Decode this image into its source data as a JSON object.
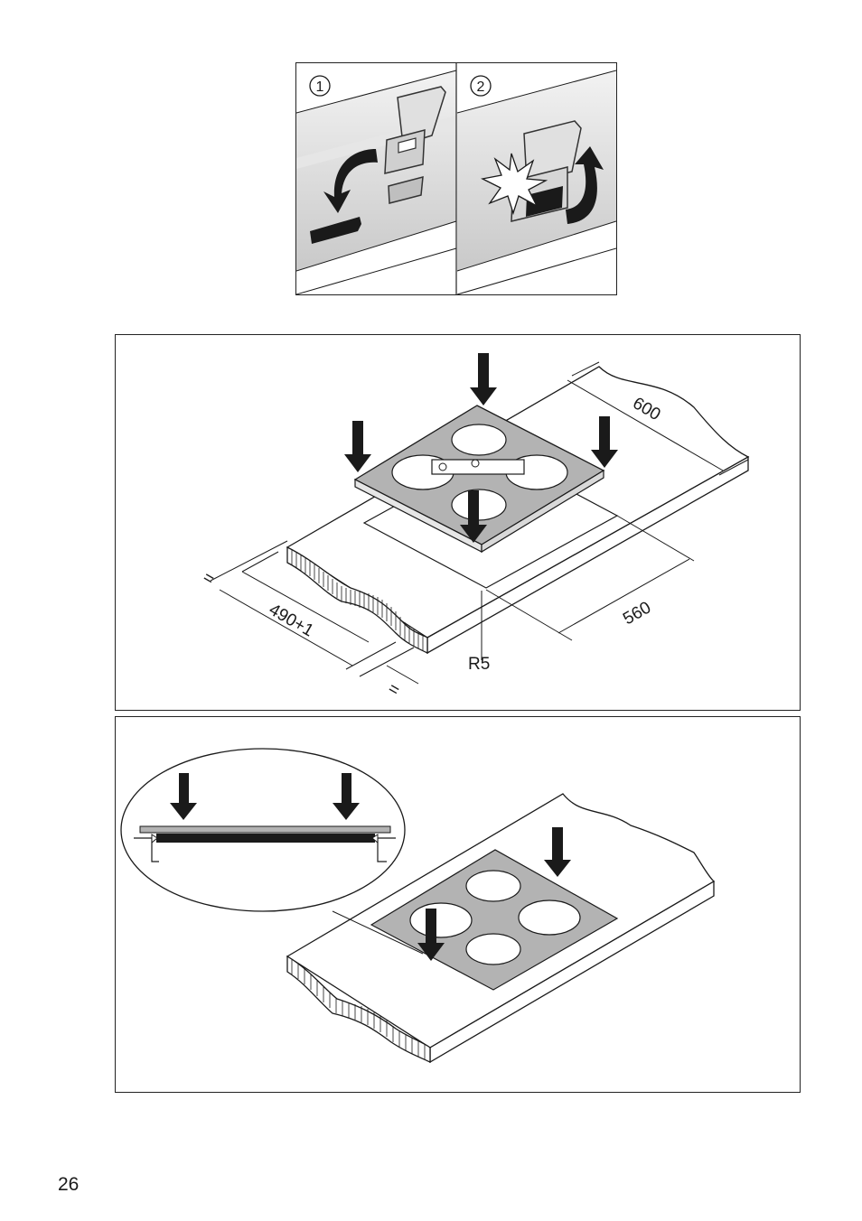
{
  "figure_top": {
    "step_1": "①",
    "step_2": "②"
  },
  "figure_middle": {
    "dim_depth": "600",
    "dim_cutout_depth": "560",
    "dim_cutout_width": "490+1",
    "dim_radius": "R5",
    "equal_sign_left": "=",
    "equal_sign_bottom": "="
  },
  "page": {
    "number": "26"
  },
  "colors": {
    "line": "#1a1a1a",
    "hob_gray": "#b3b3b3",
    "wall_gray": "#d2d2d2"
  }
}
